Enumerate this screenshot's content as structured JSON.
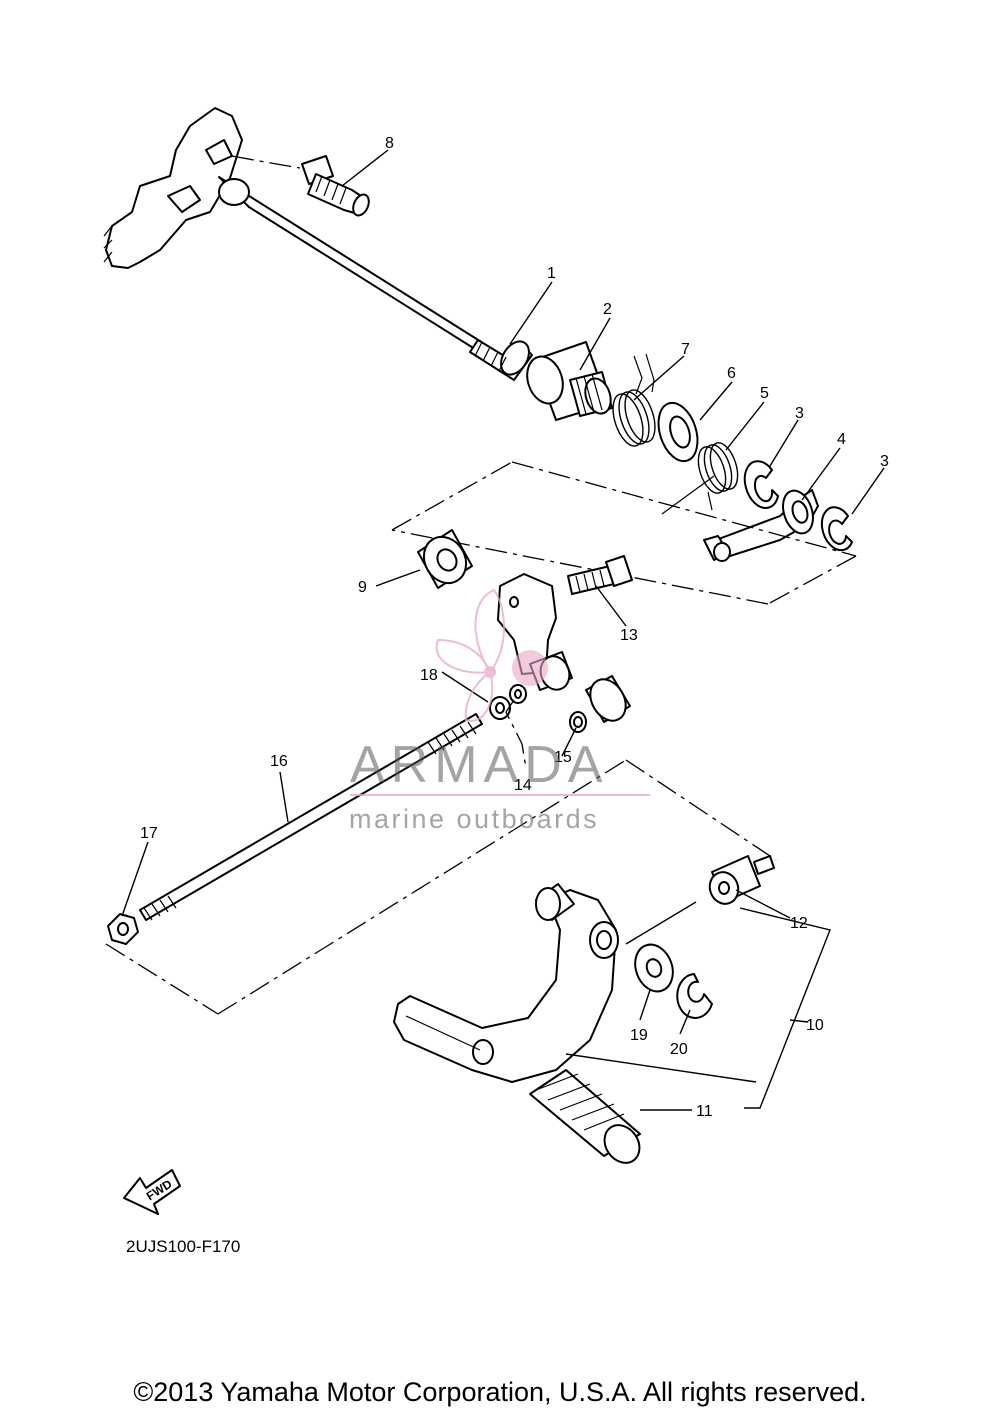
{
  "diagram": {
    "part_code": "2UJS100-F170",
    "fwd_label": "FWD",
    "callouts": [
      "1",
      "2",
      "3",
      "3",
      "4",
      "5",
      "6",
      "7",
      "8",
      "9",
      "10",
      "11",
      "12",
      "13",
      "14",
      "15",
      "16",
      "17",
      "18",
      "19",
      "20"
    ]
  },
  "watermark": {
    "brand": "ARMADA",
    "tagline": "marine outboards",
    "accent_color": "#e9a6c8"
  },
  "footer": {
    "copyright": "©2013 Yamaha Motor Corporation, U.S.A. All rights reserved."
  }
}
